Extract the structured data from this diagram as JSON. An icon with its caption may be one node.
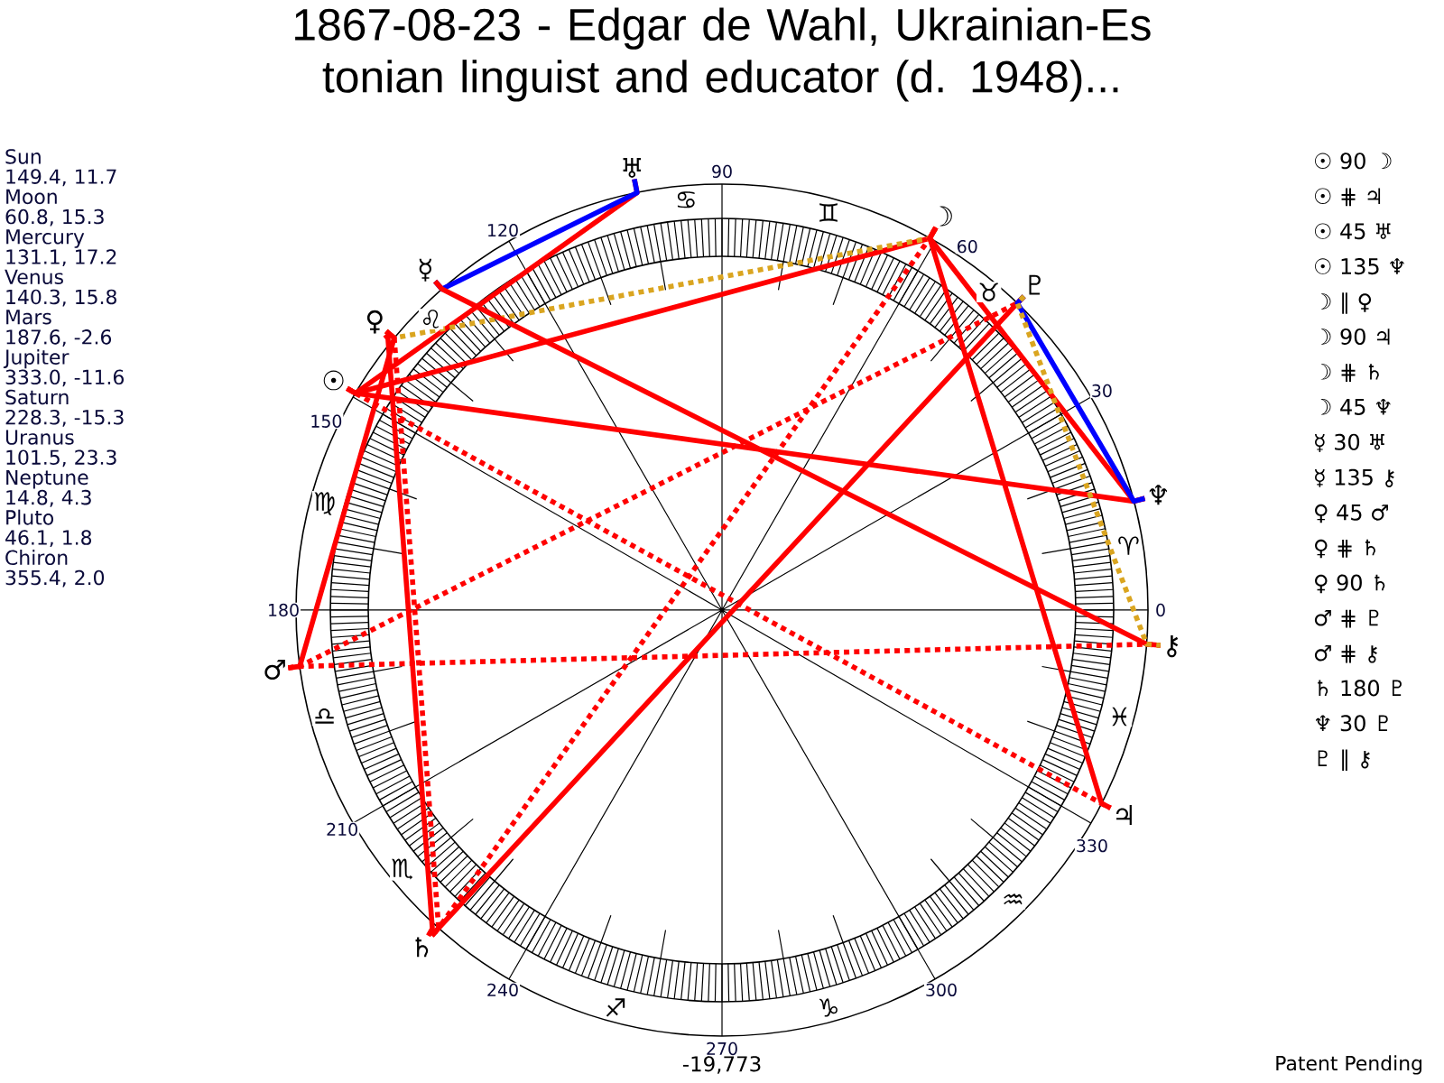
{
  "diagram": {
    "title": "1867-08-23 - Edgar de Wahl, Ukrainian-Es tonian linguist and educator (d. 1948)...",
    "nodes": [
      {
        "text": [
          "☉"
        ]
      },
      {
        "text": [
          "☽"
        ]
      },
      {
        "text": [
          "☿"
        ]
      },
      {
        "text": [
          "♀"
        ]
      },
      {
        "text": [
          "♂"
        ]
      },
      {
        "text": [
          "♃"
        ]
      },
      {
        "text": [
          "♄"
        ]
      },
      {
        "text": [
          "♅"
        ]
      },
      {
        "text": [
          "♆"
        ]
      },
      {
        "text": [
          "♇"
        ]
      },
      {
        "text": [
          "⚷"
        ]
      }
    ],
    "edges": [
      {
        "from": 0,
        "to": 1,
        "arrow": "none"
      },
      {
        "from": 0,
        "to": 5,
        "arrow": "none",
        "style": "dashed"
      },
      {
        "from": 0,
        "to": 7,
        "arrow": "none"
      },
      {
        "from": 0,
        "to": 8,
        "arrow": "none"
      },
      {
        "from": 1,
        "to": 3,
        "arrow": "none",
        "style": "dashed",
        "color": "#daa520"
      },
      {
        "from": 1,
        "to": 5,
        "arrow": "none"
      },
      {
        "from": 1,
        "to": 6,
        "arrow": "none",
        "style": "dashed"
      },
      {
        "from": 1,
        "to": 8,
        "arrow": "none"
      },
      {
        "from": 2,
        "to": 7,
        "arrow": "none",
        "color": "#0000ff"
      },
      {
        "from": 2,
        "to": 10,
        "arrow": "none"
      },
      {
        "from": 3,
        "to": 4,
        "arrow": "none"
      },
      {
        "from": 3,
        "to": 6,
        "arrow": "none",
        "style": "dashed"
      },
      {
        "from": 3,
        "to": 6,
        "arrow": "none"
      },
      {
        "from": 4,
        "to": 9,
        "arrow": "none",
        "style": "dashed"
      },
      {
        "from": 4,
        "to": 10,
        "arrow": "none",
        "style": "dashed"
      },
      {
        "from": 6,
        "to": 9,
        "arrow": "none"
      },
      {
        "from": 8,
        "to": 9,
        "arrow": "none",
        "color": "#0000ff"
      },
      {
        "from": 9,
        "to": 10,
        "arrow": "none",
        "style": "dashed",
        "color": "#daa520"
      }
    ],
    "labels": [
      "Sun",
      "149.4, 11.7",
      "Moon",
      "60.8, 15.3",
      "Mercury",
      "131.1, 17.2",
      "Venus",
      "140.3, 15.8",
      "Mars",
      "187.6, -2.6",
      "Jupiter",
      "333.0, -11.6",
      "Saturn",
      "228.3, -15.3",
      "Uranus",
      "101.5, 23.3",
      "Neptune",
      "14.8, 4.3",
      "Pluto",
      "46.1, 1.8",
      "Chiron",
      "355.4, 2.0",
      "0",
      "30",
      "60",
      "90",
      "120",
      "150",
      "180",
      "210",
      "240",
      "270",
      "300",
      "330",
      "♈",
      "♉",
      "♊",
      "♋",
      "♌",
      "♍",
      "♎",
      "♏",
      "♐",
      "♑",
      "♒",
      "♓",
      "☉ 90 ☽",
      "☉ ⋕ ♃",
      "☉ 45 ♅",
      "☉ 135 ♆",
      "☽ ∥ ♀",
      "☽ 90 ♃",
      "☽ ⋕ ♄",
      "☽ 45 ♆",
      "☿ 30 ♅",
      "☿ 135 ⚷",
      "♀ 45 ♂",
      "♀ ⋕ ♄",
      "♀ 90 ♄",
      "♂ ⋕ ♇",
      "♂ ⋕ ⚷",
      "♄ 180 ♇",
      "♆ 30 ♇",
      "♇ ∥ ⚷",
      "-19,773",
      "Patent Pending"
    ]
  }
}
